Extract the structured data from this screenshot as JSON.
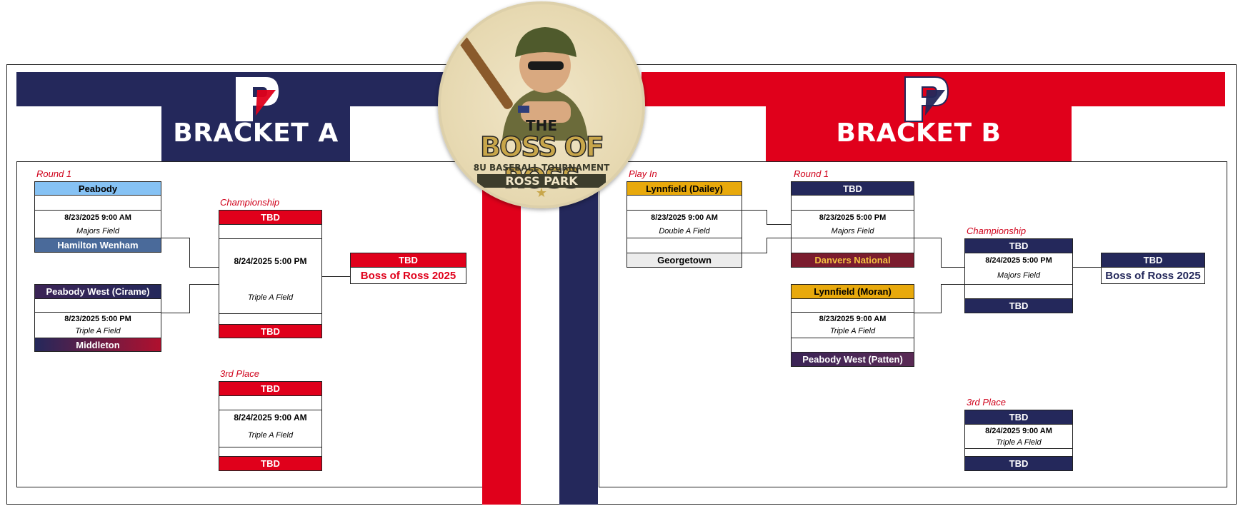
{
  "colors": {
    "navy": "#24285b",
    "red": "#e0001b",
    "lightblue": "#86c2f4",
    "steel": "#4a6a9a",
    "gold": "#e8a90c",
    "maroon": "#7b1c2e",
    "gray": "#ececec"
  },
  "logo": {
    "line1": "THE",
    "line2": "BOSS OF ROSS",
    "line3": "8U BASEBALL TOURNAMENT",
    "line4": "ROSS PARK"
  },
  "bracketA": {
    "title": "BRACKET A",
    "round1_label": "Round 1",
    "championship_label": "Championship",
    "third_label": "3rd Place",
    "g1": {
      "team1": "Peabody",
      "datetime": "8/23/2025  9:00 AM",
      "field": "Majors Field",
      "team2": "Hamilton Wenham"
    },
    "g2": {
      "team1": "Peabody West (Cirame)",
      "datetime": "8/23/2025  5:00 PM",
      "field": "Triple A Field",
      "team2": "Middleton"
    },
    "champ": {
      "team1": "TBD",
      "datetime": "8/24/2025 5:00 PM",
      "field": "Triple A Field",
      "team2": "TBD"
    },
    "winner": {
      "team": "TBD",
      "title": "Boss of Ross 2025"
    },
    "third": {
      "team1": "TBD",
      "datetime": "8/24/2025  9:00 AM",
      "field": "Triple A Field",
      "team2": "TBD"
    }
  },
  "bracketB": {
    "title": "BRACKET B",
    "playin_label": "Play In",
    "round1_label": "Round 1",
    "championship_label": "Championship",
    "third_label": "3rd Place",
    "playin": {
      "team1": "Lynnfield (Dailey)",
      "datetime": "8/23/2025  9:00 AM",
      "field": "Double A Field",
      "team2": "Georgetown"
    },
    "g1": {
      "team1": "TBD",
      "datetime": "8/23/2025  5:00 PM",
      "field": "Majors Field",
      "team2": "Danvers National"
    },
    "g2": {
      "team1": "Lynnfield (Moran)",
      "datetime": "8/23/2025  9:00 AM",
      "field": "Triple A Field",
      "team2": "Peabody West (Patten)"
    },
    "champ": {
      "team1": "TBD",
      "datetime": "8/24/2025 5:00 PM",
      "field": "Majors Field",
      "team2": "TBD"
    },
    "winner": {
      "team": "TBD",
      "title": "Boss of Ross 2025"
    },
    "third": {
      "team1": "TBD",
      "datetime": "8/24/2025  9:00 AM",
      "field": "Triple A Field",
      "team2": "TBD"
    }
  }
}
